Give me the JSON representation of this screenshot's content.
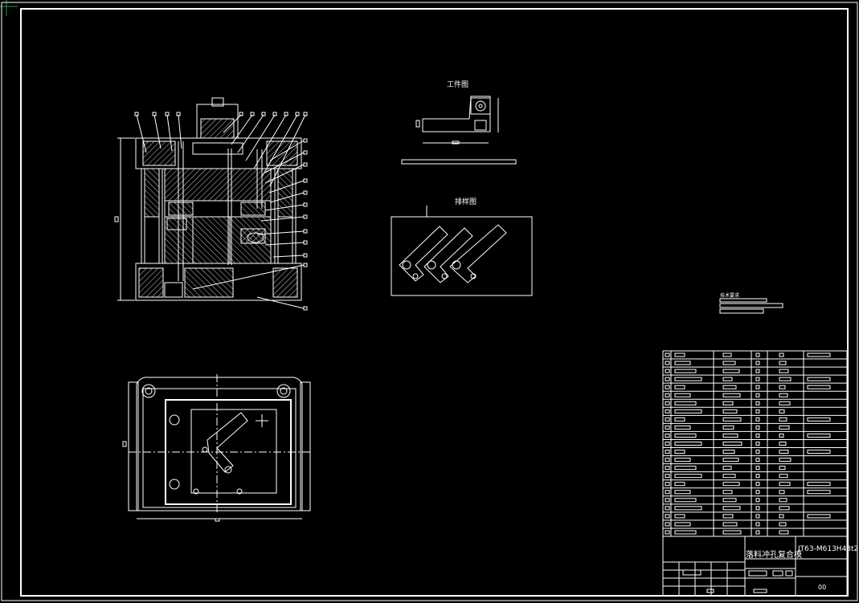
{
  "sheet": {
    "background": "#000000",
    "line_color": "#ffffff"
  },
  "workpiece_view": {
    "label": "工件图"
  },
  "strip_layout": {
    "label": "排样图"
  },
  "technical_requirements": {
    "label": "技术要求"
  },
  "title_block": {
    "drawing_title": "落料冲孔复合模",
    "drawing_number": "JT63-M613H43t2",
    "sheet_code": "00"
  }
}
